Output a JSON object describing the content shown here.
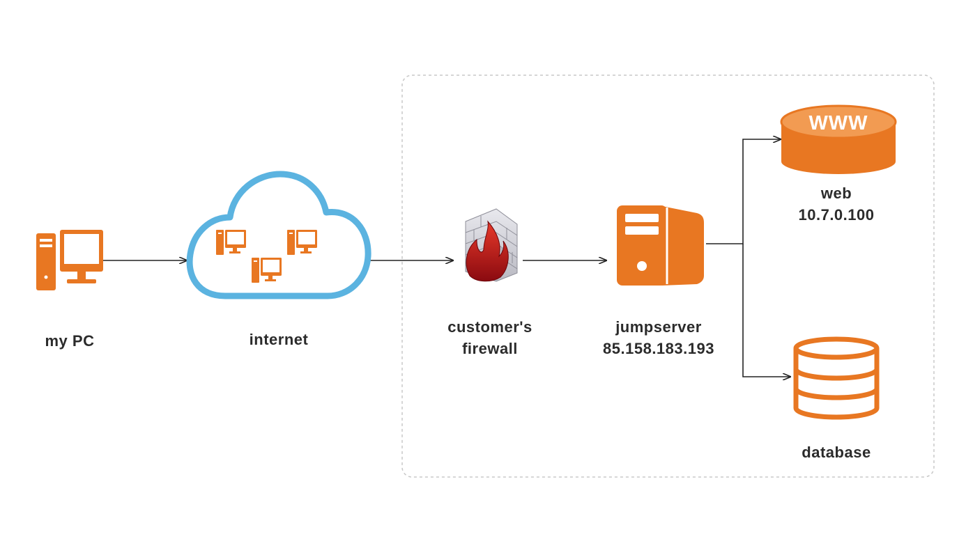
{
  "diagram": {
    "nodes": {
      "my_pc": {
        "label": "my PC",
        "icon": "desktop-pc-icon"
      },
      "internet": {
        "label": "internet",
        "icon": "cloud-icon"
      },
      "firewall": {
        "label_line1": "customer's",
        "label_line2": "firewall",
        "icon": "firewall-icon"
      },
      "jumpserver": {
        "label_line1": "jumpserver",
        "label_line2": "85.158.183.193",
        "icon": "server-icon"
      },
      "web": {
        "label_line1": "web",
        "label_line2": "10.7.0.100",
        "icon": "web-server-icon",
        "badge": "WWW"
      },
      "database": {
        "label": "database",
        "icon": "database-icon"
      }
    },
    "edges": [
      {
        "from": "my_pc",
        "to": "internet"
      },
      {
        "from": "internet",
        "to": "firewall"
      },
      {
        "from": "firewall",
        "to": "jumpserver"
      },
      {
        "from": "jumpserver",
        "to": "web"
      },
      {
        "from": "jumpserver",
        "to": "database"
      }
    ],
    "colors": {
      "accent": "#E87722",
      "cloud": "#5BB3E0",
      "arrow": "#222222",
      "group_border": "#c8c8c8",
      "label": "#2b2b2b",
      "firewall_flame": "#C8141C"
    }
  }
}
